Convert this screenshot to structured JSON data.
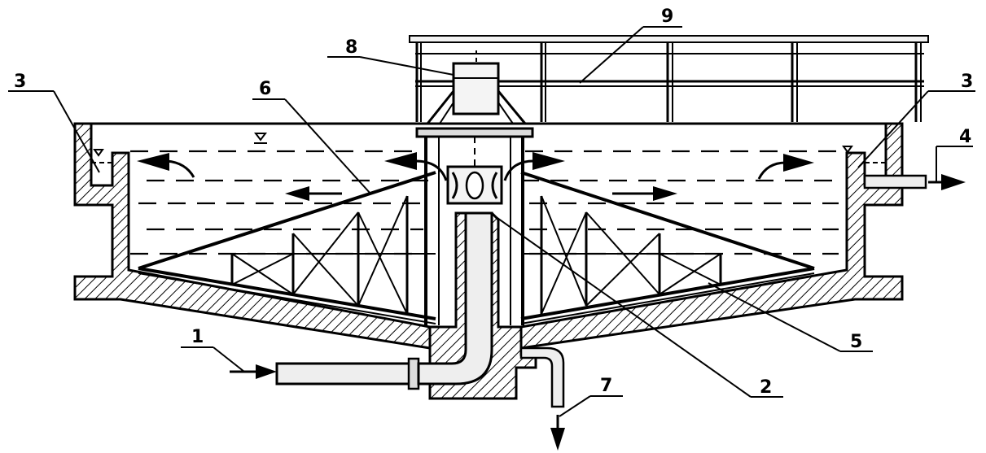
{
  "diagram": {
    "callouts": [
      {
        "id": "1",
        "text": "1"
      },
      {
        "id": "2",
        "text": "2"
      },
      {
        "id": "3a",
        "text": "3"
      },
      {
        "id": "3b",
        "text": "3"
      },
      {
        "id": "4",
        "text": "4"
      },
      {
        "id": "5",
        "text": "5"
      },
      {
        "id": "6",
        "text": "6"
      },
      {
        "id": "7",
        "text": "7"
      },
      {
        "id": "8",
        "text": "8"
      },
      {
        "id": "9",
        "text": "9"
      }
    ],
    "colors": {
      "line": "#000000",
      "pipe_fill": "#eeeeee",
      "background": "#ffffff"
    }
  }
}
